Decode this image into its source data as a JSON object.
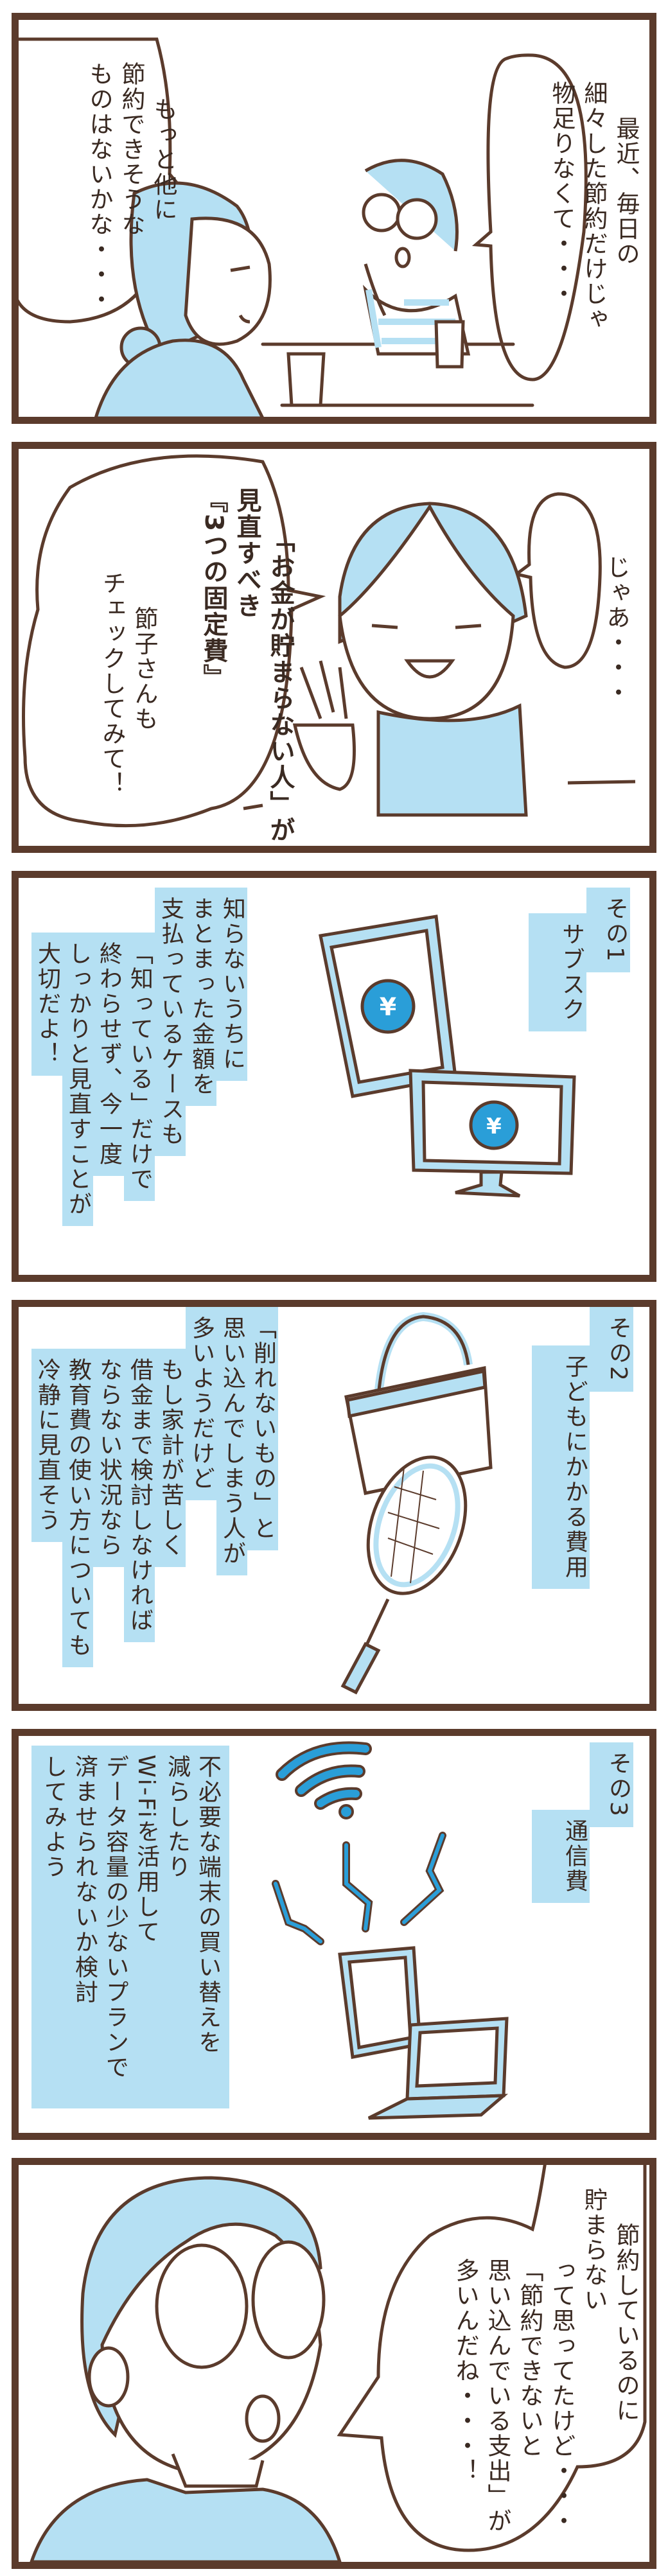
{
  "colors": {
    "line": "#5b3b2c",
    "light_blue": "#b5e0f3",
    "accent_blue": "#2a9ed8"
  },
  "panel1": {
    "right_bubble": [
      "最近、毎日の",
      "細々した節約だけじゃ",
      "物足りなくて・・・"
    ],
    "left_bubble": [
      "もっと他に",
      "節約できそうな",
      "ものはないかな・・・"
    ]
  },
  "panel2": {
    "right_bubble": [
      "じゃあ・・・"
    ],
    "cloud_bold": [
      "「お金が貯まらない人」が",
      "見直すべき",
      "『3つの固定費』"
    ],
    "cloud_regular": [
      "節子さんも",
      "チェックしてみて！"
    ]
  },
  "panel3": {
    "label": [
      "その1",
      "サブスク"
    ],
    "body": [
      "知らないうちに",
      "まとまった金額を",
      "支払っているケースも",
      "「知っている」だけで",
      "終わらせず、今一度",
      "しっかりと見直すことが",
      "大切だよ！"
    ],
    "icon": "yen-icon"
  },
  "panel4": {
    "label": [
      "その2",
      "子どもにかかる費用"
    ],
    "body": [
      "「削れないもの」と",
      "思い込んでしまう人が",
      "多いようだけど",
      "もし家計が苦しく",
      "借金まで検討しなければ",
      "ならない状況なら",
      "教育費の使い方についても",
      "冷静に見直そう"
    ]
  },
  "panel5": {
    "label": [
      "その3",
      "通信費"
    ],
    "body": [
      "不必要な端末の買い替えを",
      "減らしたり",
      "Wi-Fiを活用して",
      "データ容量の少ないプランで",
      "済ませられないか検討",
      "してみよう"
    ],
    "icon": "wifi-icon"
  },
  "panel6": {
    "bubble": [
      "節約しているのに",
      "貯まらない",
      "って思ってたけど・・・",
      "「節約できないと",
      "思い込んでいる支出」が",
      "多いんだね・・・！"
    ]
  }
}
